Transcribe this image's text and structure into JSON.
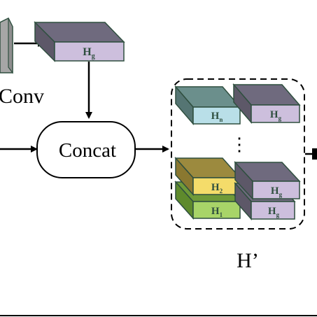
{
  "labels": {
    "conv": "Conv",
    "concat": "Concat",
    "dots": "⋮",
    "h_prime": "H’"
  },
  "blocks": {
    "hg_top": {
      "base": "H",
      "sub": "g"
    },
    "hn": {
      "base": "H",
      "sub": "n"
    },
    "hg_right_top": {
      "base": "H",
      "sub": "g"
    },
    "h2": {
      "base": "H",
      "sub": "2"
    },
    "hg_mid": {
      "base": "H",
      "sub": "g"
    },
    "h1": {
      "base": "H",
      "sub": "1"
    },
    "hg_bottom": {
      "base": "H",
      "sub": "g"
    }
  },
  "colors": {
    "outline": "#2f4f3f",
    "grey_dark": "#757082",
    "grey_top": "#6f6a7e",
    "lavender": "#cdbfdd",
    "teal_dark": "#5f8a86",
    "teal_top": "#6b8f8c",
    "light_blue": "#b9dfe8",
    "olive_dark": "#8a7830",
    "olive_top": "#9c8a3e",
    "yellow": "#f4dc6a",
    "green_dark": "#5e8a2c",
    "green_top": "#6f9a38",
    "light_green": "#a8d468",
    "conv_grey": "#a6a6a6",
    "label_text": "#2f4f3f"
  }
}
